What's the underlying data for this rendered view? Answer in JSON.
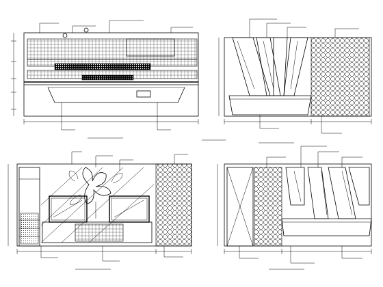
{
  "drawings": [
    {
      "id": "elevation-1",
      "title": ""
    },
    {
      "id": "elevation-2",
      "title": ""
    },
    {
      "id": "elevation-3",
      "title": ""
    },
    {
      "id": "elevation-4",
      "title": ""
    }
  ],
  "watermark": ""
}
